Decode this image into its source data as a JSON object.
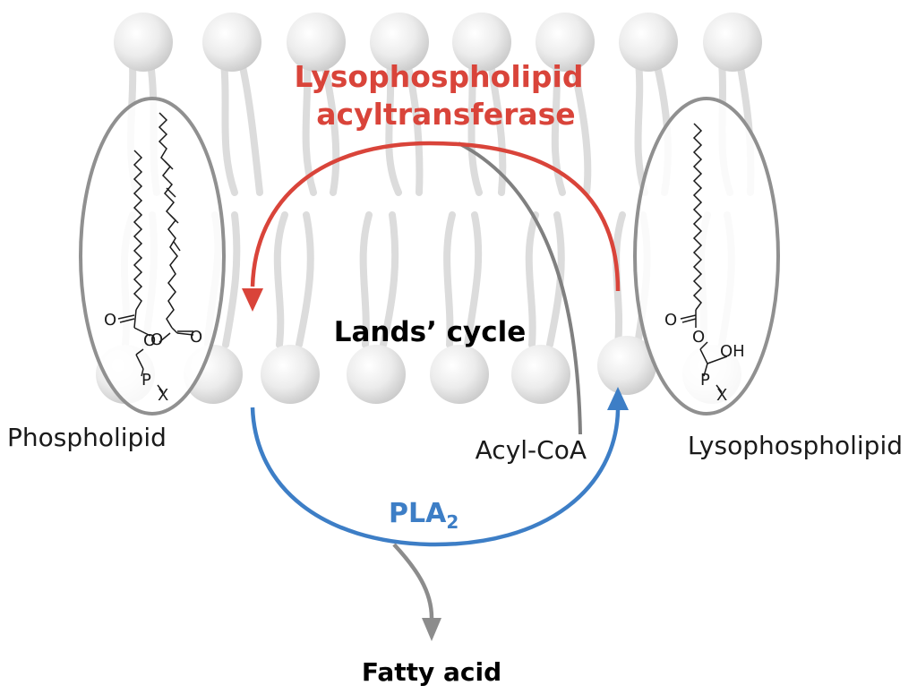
{
  "labels": {
    "enzyme_top_line1": "Lysophospholipid",
    "enzyme_top_line2": "acyltransferase",
    "cycle_name": "Lands’ cycle",
    "left_molecule": "Phospholipid",
    "right_molecule": "Lysophospholipid",
    "acyl_donor": "Acyl-CoA",
    "enzyme_bottom": "PLA",
    "enzyme_bottom_subscript": "2",
    "product": "Fatty acid"
  },
  "chem_labels": {
    "oxygen": "O",
    "phosphate": "P",
    "headgroup": "X",
    "hydroxyl": "OH"
  },
  "colors": {
    "acyltransferase_arrow": "#d9443a",
    "pla2_arrow": "#3d7ec6",
    "acyl_coa_line": "#808080",
    "fatty_acid_arrow": "#8c8c8c",
    "membrane": "#dcdcdc"
  }
}
